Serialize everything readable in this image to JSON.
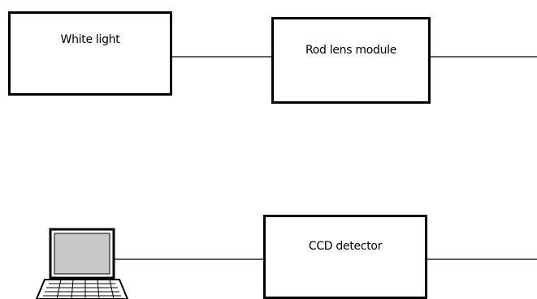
{
  "diagram": {
    "boxes": {
      "white_light": {
        "label": "White light"
      },
      "rod_lens": {
        "label": "Rod lens module"
      },
      "ccd": {
        "label": "CCD detector"
      }
    },
    "icons": {
      "laptop": "laptop-icon"
    },
    "colors": {
      "stroke": "#000000",
      "background": "#ffffff",
      "screen": "#c8c8c8"
    }
  }
}
